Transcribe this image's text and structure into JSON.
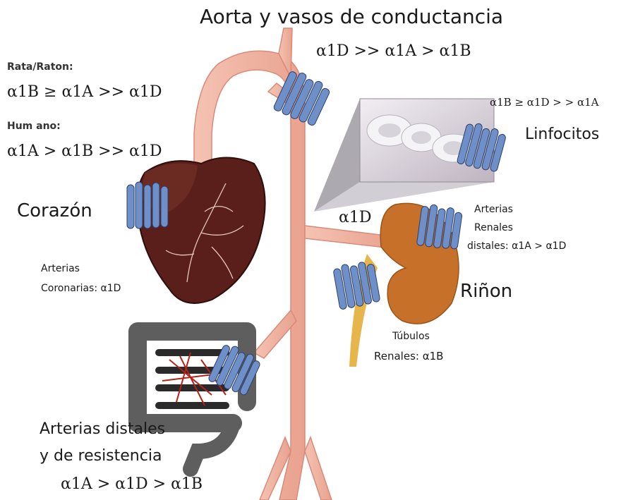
{
  "title": "Aorta y vasos de conductancia",
  "aorta_rank": "α1D >> α1A > α1B",
  "rat_label": "Rata/Raton:",
  "rat_rank": "α1B ≥ α1A >> α1D",
  "human_label": "Hum ano:",
  "human_rank": "α1A > α1B >> α1D",
  "corazon": "Corazón",
  "coronary_label_1": "Arterias",
  "coronary_label_2": "Coronarias: α1D",
  "lymph_rank": "α1B ≥ α1D > > α1A",
  "linfocitos": "Linfocitos",
  "branch_alpha": "α1D",
  "renal_label_1": "Arterias",
  "renal_label_2": "Renales",
  "renal_label_3": "distales: α1A > α1D",
  "rinon": "Riñon",
  "tubulos_1": "Túbulos",
  "tubulos_2": "Renales: α1B",
  "distal_1": "Arterias distales",
  "distal_2": "y de resistencia",
  "distal_rank": "α1A > α1D > α1B",
  "colors": {
    "vessel": "#f2b4a2",
    "vessel_stroke": "#d98a78",
    "heart": "#5a1f1a",
    "heart_light": "#6b2a22",
    "kidney": "#c6702a",
    "ureter": "#e7b64a",
    "receptor": "#6f8fc9",
    "receptor_dark": "#2b3f6a",
    "intestine": "#666666"
  }
}
